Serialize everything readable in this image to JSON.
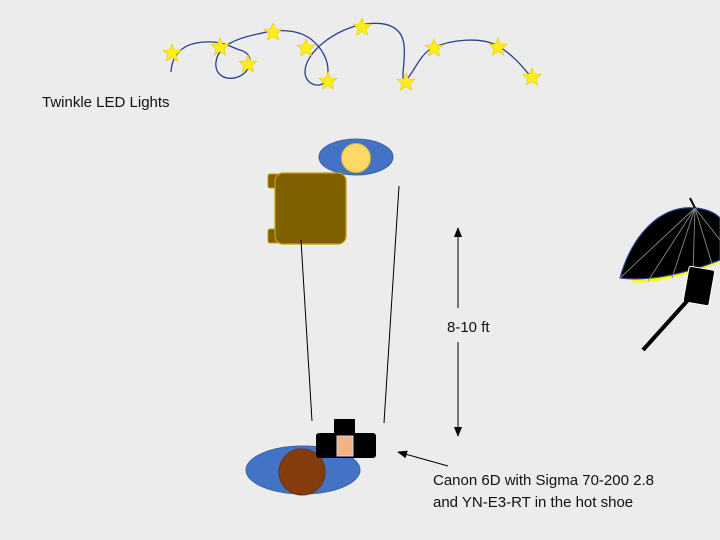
{
  "labels": {
    "twinkle": "Twinkle LED Lights",
    "distance": "8-10 ft",
    "camera_line1": "Canon 6D with Sigma 70-200 2.8",
    "camera_line2": "and YN-E3-RT in the hot shoe"
  },
  "colors": {
    "background": "#ececec",
    "string_wire": "#2b3f8f",
    "star": "#ffee1a",
    "ellipse": "#4472c4",
    "head_top": "#ffd966",
    "backdrop": "#7f6000",
    "head_bottom": "#843c0c",
    "flash_window": "#f4b183",
    "umbrella": "#000000",
    "umbrella_glow": "#ffff00"
  },
  "icons": [
    "star-icon",
    "umbrella-light-icon",
    "camera-icon",
    "double-arrow-icon"
  ]
}
